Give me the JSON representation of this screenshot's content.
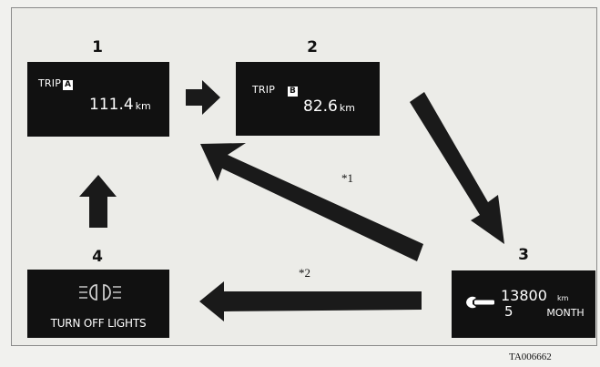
{
  "steps": {
    "s1": {
      "number": "1",
      "label": "TRIP",
      "letter": "A",
      "value": "111.4",
      "unit": "km"
    },
    "s2": {
      "number": "2",
      "label": "TRIP",
      "letter": "B",
      "value": "82.6",
      "unit": "km"
    },
    "s3": {
      "number": "3",
      "distance": "13800",
      "distance_unit": "km",
      "months": "5",
      "months_unit": "MONTH",
      "icon": "wrench-icon"
    },
    "s4": {
      "number": "4",
      "message": "TURN OFF LIGHTS",
      "icon": "headlight-icon"
    }
  },
  "notes": {
    "n1": "*1",
    "n2": "*2"
  },
  "figure_code": "TA006662"
}
